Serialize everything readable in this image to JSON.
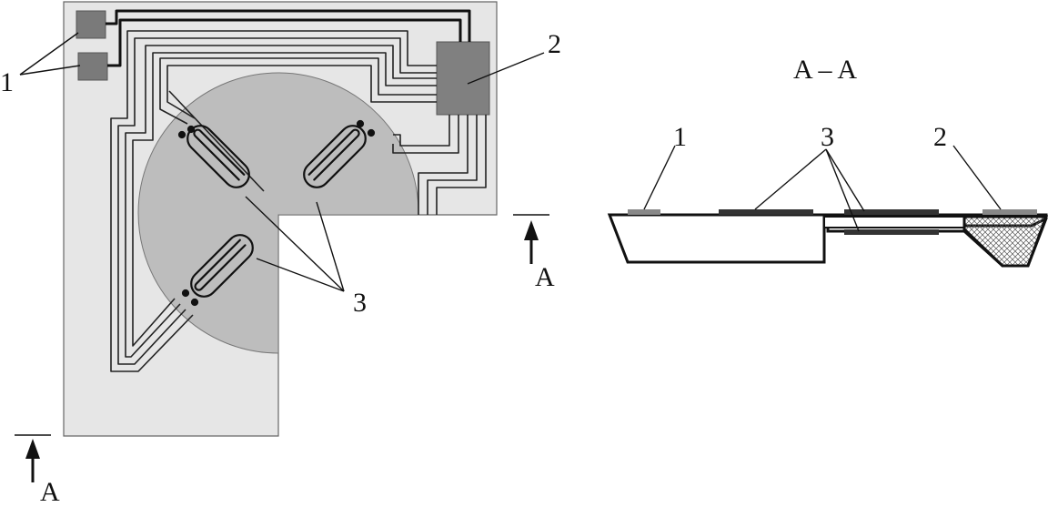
{
  "plan_view": {
    "label_1": "1",
    "label_2": "2",
    "label_3": "3",
    "section_marker_bottom": "A",
    "section_marker_right": "A"
  },
  "section_view": {
    "title": "A – A",
    "label_1": "1",
    "label_2": "2",
    "label_3": "3"
  },
  "colors": {
    "substrate": "#e6e6e6",
    "diaphragm": "#bdbdbd",
    "pad": "#7a7a7a",
    "chip": "#808080",
    "trace": "#111111",
    "thin_trace": "#333333"
  }
}
